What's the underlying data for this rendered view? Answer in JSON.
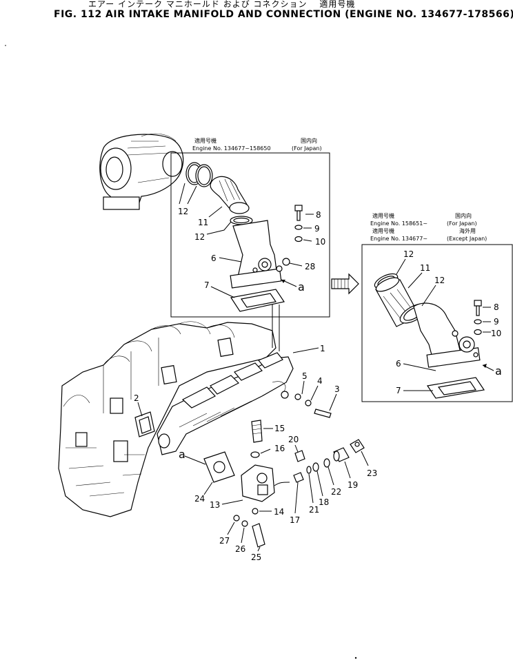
{
  "title": {
    "japanese": "エアー インテーク マニホールド および コネクション　 適用号機",
    "english": "FIG. 112  AIR INTAKE MANIFOLD AND CONNECTION (ENGINE NO. 134677-178566)"
  },
  "inset_left": {
    "jp_serial": "適用号機",
    "serial": "Engine  No. 134677~158650",
    "jp_spec": "国内向",
    "spec": "(For Japan)"
  },
  "inset_right": {
    "jp_serial_1": "適用号機",
    "serial_1": "Engine  No. 158651~",
    "jp_spec_1": "国内向",
    "spec_1": "(For  Japan)",
    "jp_serial_2": "適用号機",
    "serial_2": "Engine  No. 134677~",
    "jp_spec_2": "海外用",
    "spec_2": "(Except  Japan)"
  },
  "view_marker": "a",
  "callouts": {
    "c1": "1",
    "c2": "2",
    "c3": "3",
    "c4": "4",
    "c5": "5",
    "c6": "6",
    "c7": "7",
    "c8": "8",
    "c9": "9",
    "c10": "10",
    "c11": "11",
    "c12a": "12",
    "c12b": "12",
    "c13": "13",
    "c14": "14",
    "c15": "15",
    "c16": "16",
    "c17": "17",
    "c18": "18",
    "c19": "19",
    "c20": "20",
    "c21": "21",
    "c22": "22",
    "c23": "23",
    "c24": "24",
    "c25": "25",
    "c26": "26",
    "c27": "27",
    "c28": "28",
    "r6": "6",
    "r7": "7",
    "r8": "8",
    "r9": "9",
    "r10": "10",
    "r11": "11",
    "r12a": "12",
    "r12b": "12"
  }
}
